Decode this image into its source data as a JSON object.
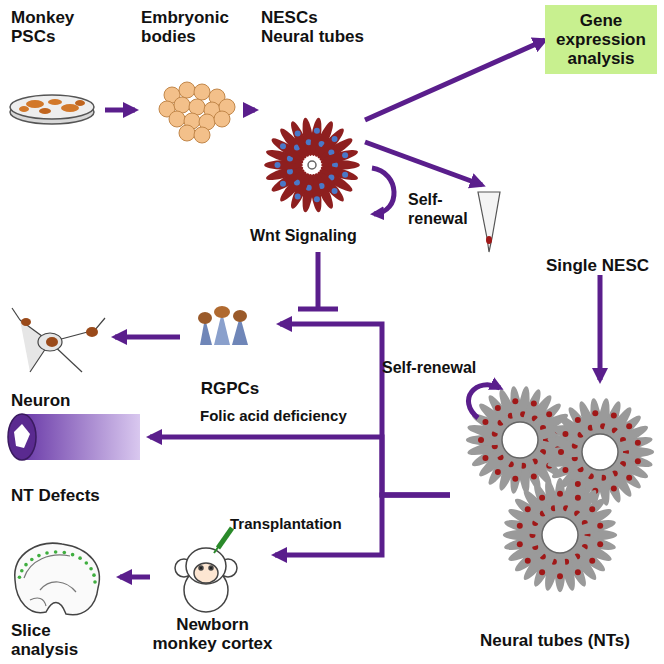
{
  "diagram": {
    "nodes": [
      {
        "text": [
          "Monkey PSCs"
        ]
      },
      {
        "text": [
          "Embryonic bodies"
        ]
      },
      {
        "text": [
          "NESCs Neural tubes"
        ]
      },
      {
        "text": [
          "Gene expression analysis"
        ]
      },
      {
        "text": [
          "Single NESC"
        ]
      },
      {
        "text": [
          "Neural tubes (NTs)"
        ]
      },
      {
        "text": [
          "RGPCs"
        ]
      },
      {
        "text": [
          "Neuron"
        ]
      },
      {
        "text": [
          "NT Defects"
        ]
      },
      {
        "text": [
          "Newborn monkey cortex"
        ]
      },
      {
        "text": [
          "Slice analysis"
        ]
      }
    ],
    "edges": [
      {
        "from": 0,
        "to": 1,
        "arrow": "to"
      },
      {
        "from": 1,
        "to": 2,
        "arrow": "to"
      },
      {
        "from": 2,
        "to": 3,
        "arrow": "to"
      },
      {
        "from": 2,
        "to": 4,
        "arrow": "to"
      },
      {
        "from": 4,
        "to": 5,
        "arrow": "to"
      },
      {
        "from": 5,
        "to": 6,
        "arrow": "to"
      },
      {
        "from": 6,
        "to": 7,
        "arrow": "to"
      },
      {
        "from": 5,
        "to": 8,
        "label": "Folic acid deficiency",
        "arrow": "to"
      },
      {
        "from": 5,
        "to": 9,
        "label": "Transplantation",
        "arrow": "to"
      },
      {
        "from": 9,
        "to": 10,
        "arrow": "to"
      }
    ],
    "labels": [
      "Self-renewal",
      "Self-renewal",
      "Wnt Signaling"
    ]
  }
}
